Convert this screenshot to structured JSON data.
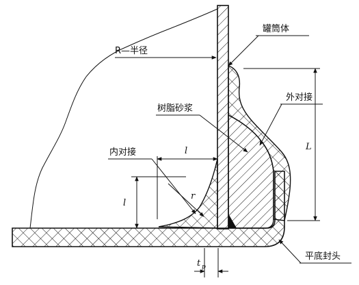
{
  "labels": {
    "radius": "R—半径",
    "tank_shell": "罐筒体",
    "resin_mortar": "树脂砂浆",
    "outer_butt": "外对接",
    "inner_butt": "内对接",
    "flat_head": "平底封头",
    "dim_l_top": "l",
    "dim_l_left": "l",
    "dim_L": "L",
    "fillet_r": "r",
    "thickness_t": "t",
    "thickness_sub": "p"
  },
  "colors": {
    "ink": "#111111",
    "paper": "#ffffff"
  }
}
